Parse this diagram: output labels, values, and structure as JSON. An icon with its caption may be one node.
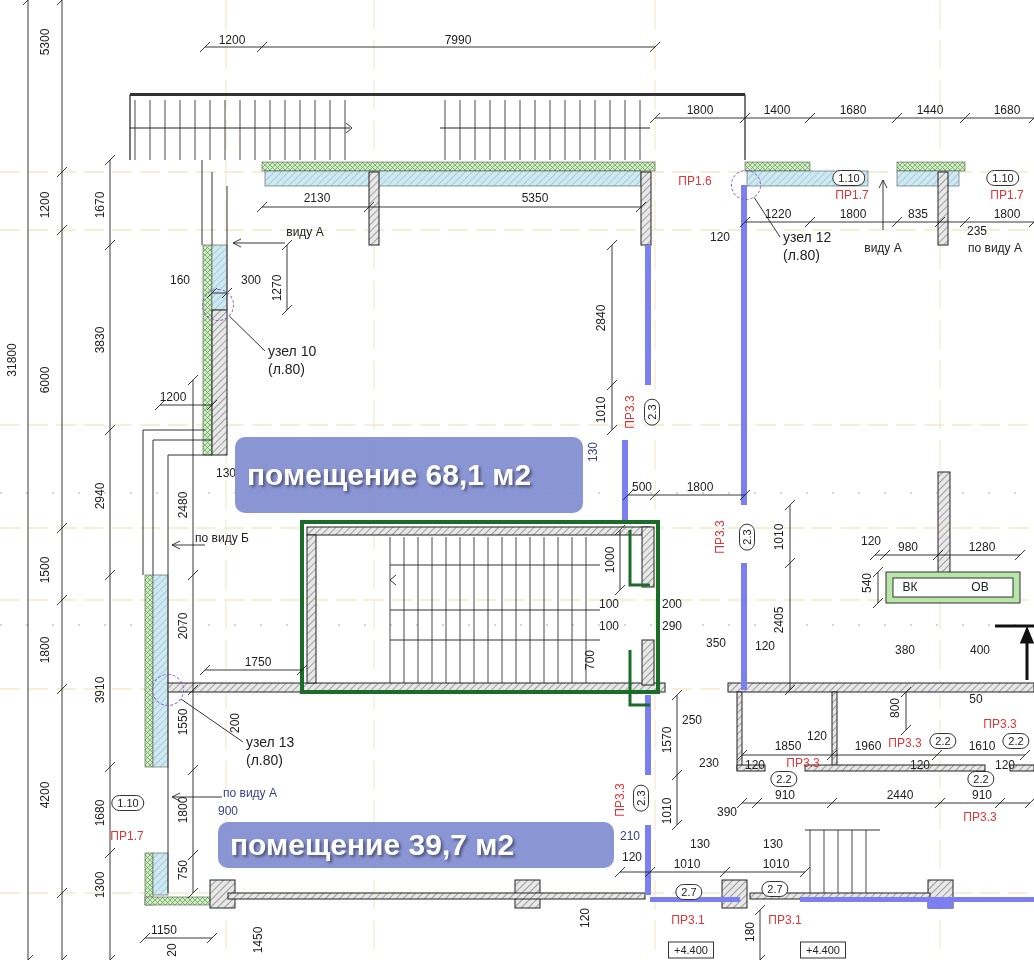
{
  "diagram": {
    "nodes": [
      {
        "text": [
          "помещение 68,1 м2"
        ]
      },
      {
        "text": [
          "помещение 39,7 м2"
        ]
      },
      {
        "text": [
          "узел 10",
          "(л.80)"
        ]
      },
      {
        "text": [],
        "shape": "circle"
      },
      {
        "text": [
          "узел 12",
          "(л.80)"
        ]
      },
      {
        "text": [],
        "shape": "circle"
      },
      {
        "text": [
          "узел 13",
          "(л.80)"
        ]
      },
      {
        "text": [],
        "shape": "circle"
      },
      {
        "text": [
          "1.10"
        ],
        "beside": [
          "ПР1.7"
        ]
      },
      {
        "text": [
          "1.10"
        ],
        "beside": [
          "ПР1.7"
        ]
      },
      {
        "text": [
          "2.3"
        ],
        "beside": [
          "ПР3.3"
        ]
      },
      {
        "text": [
          "2.3"
        ],
        "beside": [
          "ПР3.3"
        ]
      },
      {
        "text": [
          "1.10"
        ],
        "beside": [
          "ПР1.7"
        ]
      },
      {
        "text": [
          "2.2"
        ],
        "beside": [
          "ПР3.3"
        ]
      },
      {
        "text": [
          "2.2"
        ],
        "beside": [
          "ПР3.3"
        ]
      },
      {
        "text": [
          "2.2"
        ],
        "beside": [
          "ПР3.3"
        ]
      },
      {
        "text": [
          "2.2"
        ],
        "beside": [
          "ПР3.3"
        ]
      },
      {
        "text": [
          "2.3"
        ],
        "beside": [
          "ПР3.3"
        ]
      },
      {
        "text": [
          "2.7"
        ],
        "beside": [
          "ПР3.1"
        ]
      },
      {
        "text": [
          "2.7"
        ],
        "beside": [
          "ПР3.1"
        ]
      },
      {
        "text": [
          "+4.400"
        ]
      },
      {
        "text": [
          "+4.400"
        ]
      }
    ],
    "edges": [
      {
        "from": 2,
        "to": 3,
        "arrow": "none"
      },
      {
        "from": 4,
        "to": 5,
        "arrow": "none"
      },
      {
        "from": 6,
        "to": 7,
        "arrow": "none"
      }
    ],
    "labels": [
      "5300",
      "1200",
      "7990",
      "1800",
      "1400",
      "1680",
      "1440",
      "1680",
      "ПР1.6",
      "1200",
      "1670",
      "2130",
      "5350",
      "1220",
      "1800",
      "835",
      "1800",
      "виду А",
      "120",
      "235",
      "виду А",
      "по виду А",
      "160",
      "300",
      "1270",
      "2840",
      "3830",
      "31800",
      "6000",
      "1200",
      "1010",
      "130",
      "130",
      "2940",
      "2480",
      "500",
      "1800",
      "по виду Б",
      "1010",
      "120",
      "980",
      "1280",
      "1500",
      "1000",
      "540",
      "ВК",
      "ОВ",
      "100",
      "200",
      "2070",
      "100",
      "290",
      "2405",
      "1800",
      "350",
      "120",
      "380",
      "400",
      "1750",
      "700",
      "3910",
      "50",
      "800",
      "1550",
      "200",
      "250",
      "1570",
      "1850",
      "120",
      "1960",
      "1610",
      "230",
      "120",
      "120",
      "120",
      "4200",
      "по виду А",
      "910",
      "2440",
      "910",
      "1680",
      "1800",
      "900",
      "1010",
      "390",
      "210",
      "130",
      "130",
      "750",
      "120",
      "1010",
      "1010",
      "1300",
      "1150",
      "20",
      "1450",
      "120",
      "180"
    ]
  }
}
